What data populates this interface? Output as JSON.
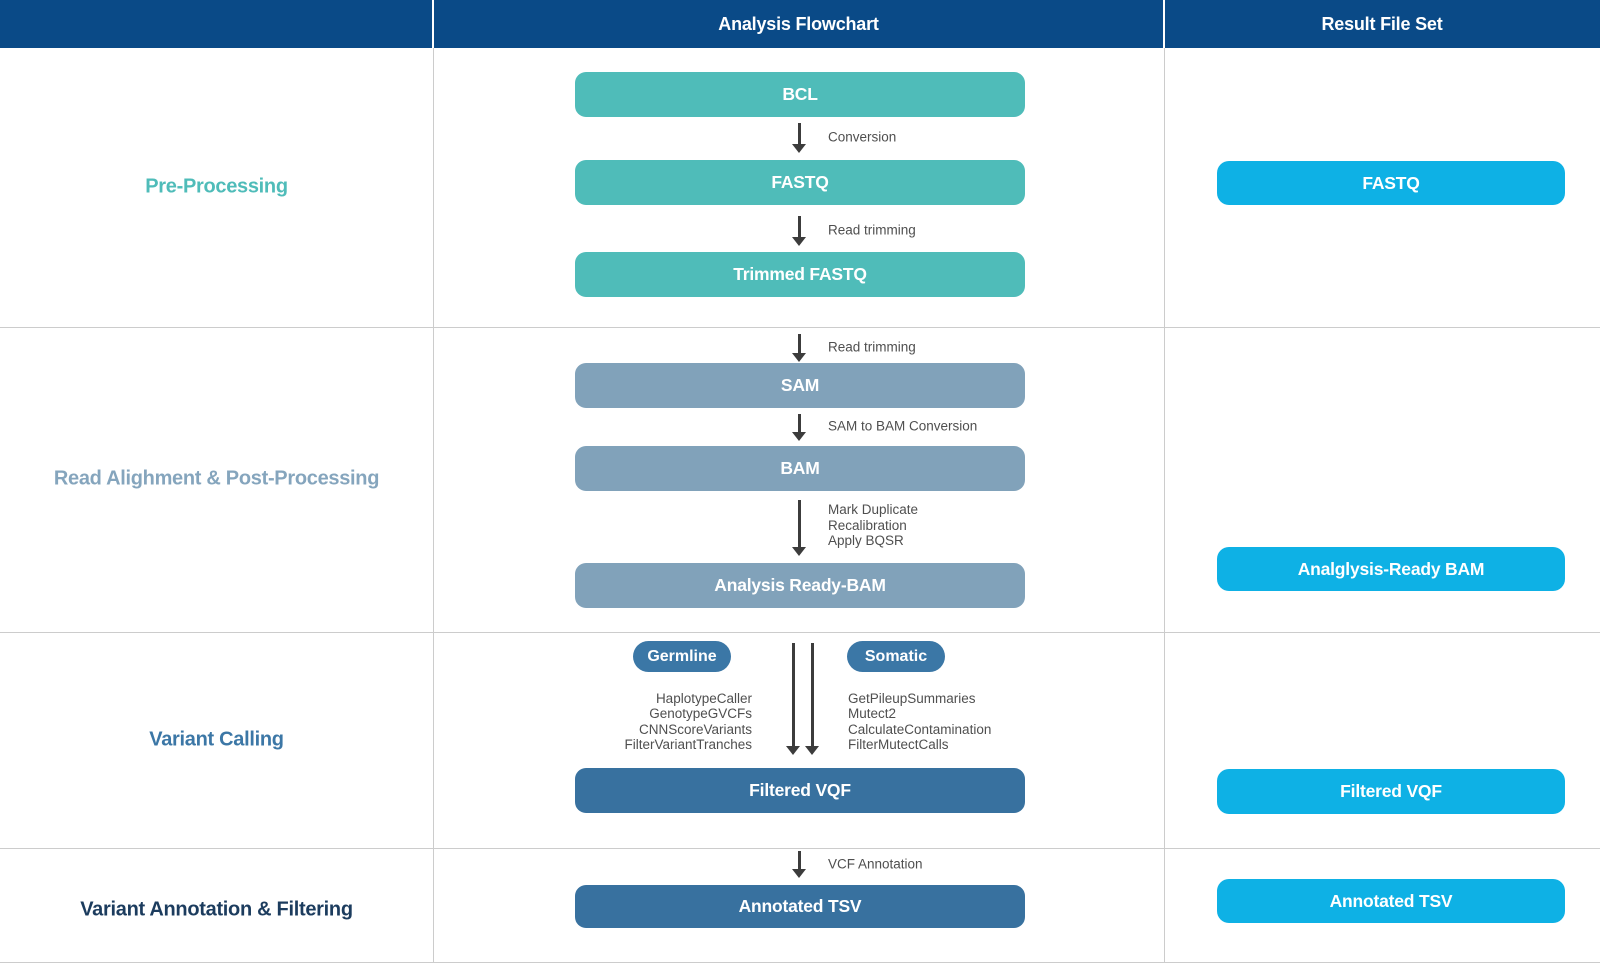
{
  "header": {
    "flowchart_title": "Analysis Flowchart",
    "result_title": "Result File Set"
  },
  "stages": [
    {
      "label": "Pre-Processing"
    },
    {
      "label": "Read Alighment & Post-Processing"
    },
    {
      "label": "Variant Calling"
    },
    {
      "label": "Variant Annotation & Filtering"
    }
  ],
  "flowchart": {
    "boxes": {
      "bcl": "BCL",
      "fastq": "FASTQ",
      "trimmed_fastq": "Trimmed FASTQ",
      "sam": "SAM",
      "bam": "BAM",
      "analysis_ready_bam": "Analysis Ready-BAM",
      "filtered_vqf": "Filtered VQF",
      "annotated_tsv": "Annotated TSV"
    },
    "steps": {
      "conversion": "Conversion",
      "read_trimming_1": "Read trimming",
      "read_trimming_2": "Read trimming",
      "sam_to_bam": "SAM to BAM Conversion",
      "bam_postprocess": [
        "Mark Duplicate",
        "Recalibration",
        "Apply BQSR"
      ],
      "vcf_annotation": "VCF Annotation"
    },
    "variant_calling": {
      "germline": {
        "label": "Germline",
        "tools": [
          "HaplotypeCaller",
          "GenotypeGVCFs",
          "CNNScoreVariants",
          "FilterVariantTranches"
        ]
      },
      "somatic": {
        "label": "Somatic",
        "tools": [
          "GetPileupSummaries",
          "Mutect2",
          "CalculateContamination",
          "FilterMutectCalls"
        ]
      }
    }
  },
  "results": [
    {
      "label": "FASTQ"
    },
    {
      "label": "Analglysis-Ready BAM"
    },
    {
      "label": "Filtered VQF"
    },
    {
      "label": "Annotated TSV"
    }
  ],
  "colors": {
    "header_bg": "#0a4a87",
    "teal": "#4fbcb9",
    "slate_blue": "#81a2ba",
    "steel_blue": "#3b77a6",
    "steel_blue_dark": "#38719f",
    "cyan": "#0eb1e5",
    "arrow": "#3c3c3c",
    "step_text": "#4f4f4f",
    "grid_line": "#cccccc",
    "stage_colors": [
      "#4fbcb9",
      "#85a5bd",
      "#3c77a6",
      "#1c3c5e"
    ]
  }
}
